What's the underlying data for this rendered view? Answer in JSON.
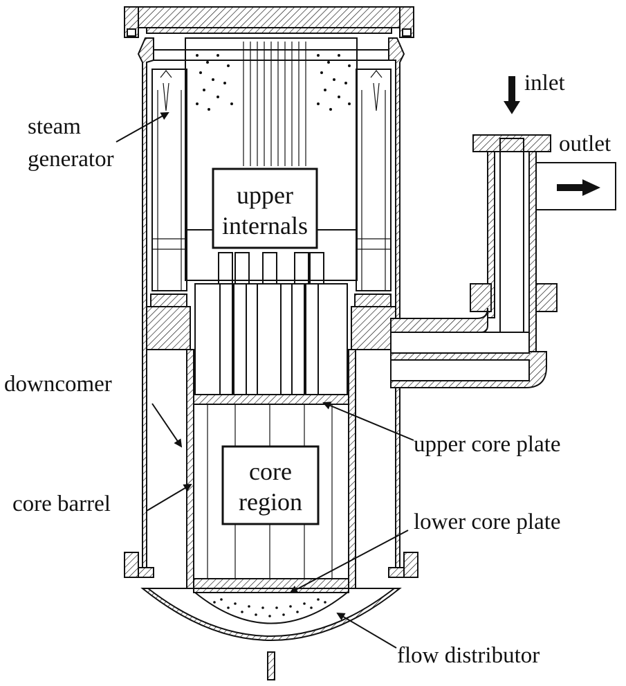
{
  "labels": {
    "steam_generator_line1": "steam",
    "steam_generator_line2": "generator",
    "upper_internals_line1": "upper",
    "upper_internals_line2": "internals",
    "inlet": "inlet",
    "outlet": "outlet",
    "downcomer": "downcomer",
    "upper_core_plate": "upper core plate",
    "core_region_line1": "core",
    "core_region_line2": "region",
    "core_barrel": "core barrel",
    "lower_core_plate": "lower core plate",
    "flow_distributor": "flow distributor"
  }
}
